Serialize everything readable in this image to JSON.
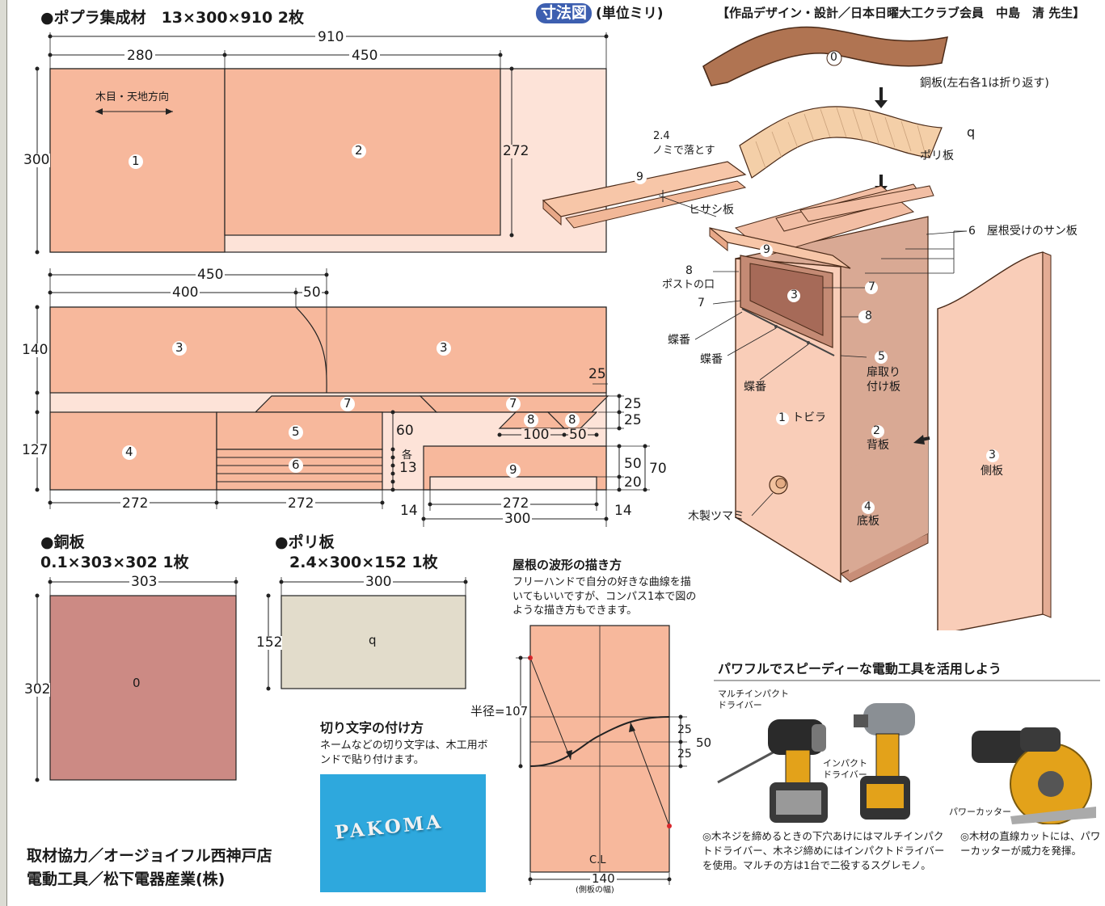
{
  "header": {
    "section_title": "●ポプラ集成材　13×300×910 2枚",
    "dimension_badge": "寸法図",
    "unit_note": "(単位ミリ)",
    "credit": "【作品デザイン・設計／日本日曜大工クラブ会員　中島　清 先生】"
  },
  "board": {
    "dims": [
      "910",
      "280",
      "450",
      "300",
      "272"
    ],
    "grain_note": "木目・天地方向",
    "parts": [
      "1",
      "2"
    ]
  },
  "board2": {
    "dims_top": [
      "450",
      "400",
      "50"
    ],
    "dims_left": [
      "140",
      "127"
    ],
    "dims_right": [
      "25",
      "25",
      "25",
      "60",
      "各",
      "13",
      "50",
      "70",
      "20"
    ],
    "dims_inner": [
      "100",
      "50"
    ],
    "dims_bottom": [
      "272",
      "272",
      "272",
      "300",
      "14",
      "14"
    ],
    "parts": [
      "3",
      "3",
      "4",
      "5",
      "6",
      "7",
      "7",
      "8",
      "8",
      "9"
    ]
  },
  "copper": {
    "title": "●銅板",
    "spec": "0.1×303×302 1枚",
    "width": "303",
    "height": "302",
    "part": "0"
  },
  "poly": {
    "title": "●ポリ板",
    "spec": "2.4×300×152 1枚",
    "width": "300",
    "height": "152",
    "part": "q"
  },
  "roof_curve": {
    "title": "屋根の波形の描き方",
    "desc": "フリーハンドで自分の好きな曲線を描いてもいいですが、コンパス1本で図のような描き方もできます。",
    "radius": "半径=107",
    "d1": "25",
    "d2": "25",
    "d3": "50",
    "cl": "C.L",
    "width": "140",
    "width_note": "(側板の幅)"
  },
  "lettering": {
    "title": "切り文字の付け方",
    "desc": "ネームなどの切り文字は、木工用ボンドで貼り付けます。",
    "sample": "PAKOMA"
  },
  "credits": {
    "line1": "取材協力／オージョイフル西神戸店",
    "line2": "電動工具／松下電器産業(株)"
  },
  "assembly": {
    "copper_label": "銅板(左右各1は折り返す)",
    "copper_num": "0",
    "poly_label": "ポリ板",
    "poly_num": "q",
    "eave_note_dim": "2.4",
    "eave_note_text": "ノミで落とす",
    "eave_num": "9",
    "eave_label": "ヒサシ板",
    "rafter_label": "6　屋根受けのサン板",
    "slot_num": "8",
    "slot_label": "ポストの口",
    "n7_left": "7",
    "n9_front": "9",
    "n3_front": "3",
    "n7_right": "7",
    "n8_right": "8",
    "hinge1": "蝶番",
    "hinge2": "蝶番",
    "hinge3": "蝶番",
    "n5": "5",
    "n5_label1": "扉取り",
    "n5_label2": "付け板",
    "n1": "1",
    "n1_label": "トビラ",
    "n2": "2",
    "n2_label": "背板",
    "n4": "4",
    "n4_label": "底板",
    "knob_label": "木製ツマミ",
    "side_num": "3",
    "side_label": "側板"
  },
  "tools": {
    "heading": "パワフルでスピーディーな電動工具を活用しよう",
    "multi_label": "マルチインパクト\nドライバー",
    "impact_label": "インパクト\nドライバー",
    "cutter_label": "パワーカッター",
    "note_left": "◎木ネジを締めるときの下穴あけにはマルチインパクトドライバー、木ネジ締めにはインパクトドライバーを使用。マルチの方は1台で二役するスグレモノ。",
    "note_right": "◎木材の直線カットには、パワーカッターが威力を発揮。"
  },
  "colors": {
    "wood": "#f7b89c",
    "wood_light": "#fde3d8",
    "copper": "#cc8a84",
    "poly": "#e2dccb",
    "badge": "#3d5fb0",
    "stamp_bg": "#2ea8dd"
  }
}
